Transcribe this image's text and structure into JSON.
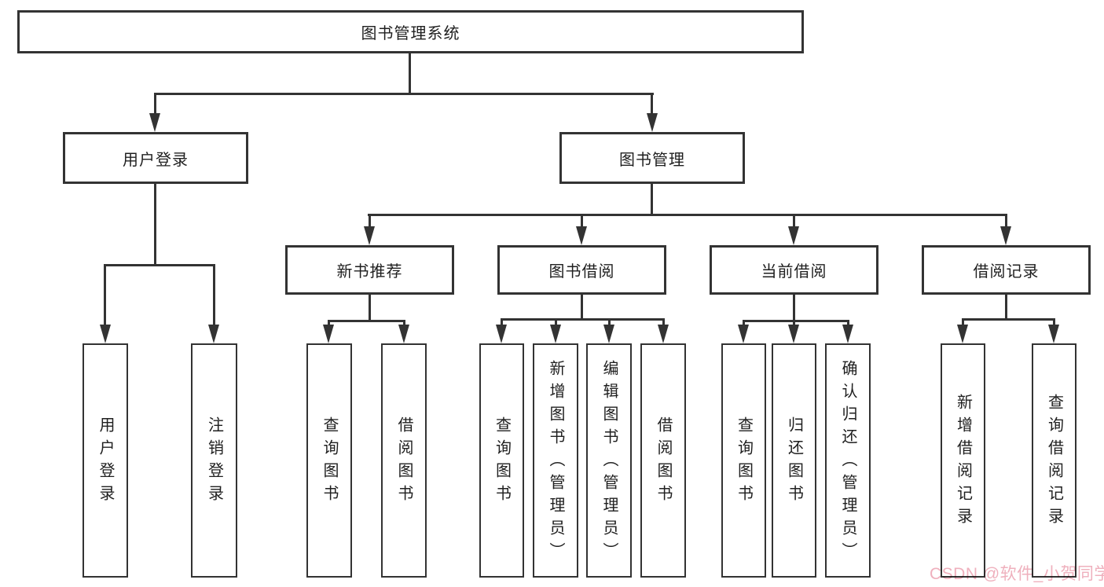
{
  "diagram": {
    "title": "图书管理系统",
    "level2": {
      "user": "用户登录",
      "book": "图书管理"
    },
    "level3": {
      "newbook": "新书推荐",
      "borrow": "图书借阅",
      "current": "当前借阅",
      "records": "借阅记录"
    },
    "leaves": {
      "user": [
        "用户登录",
        "注销登录"
      ],
      "newbook": [
        "查询图书",
        "借阅图书"
      ],
      "borrow": [
        "查询图书",
        "新增图书（管理员）",
        "编辑图书（管理员）",
        "借阅图书"
      ],
      "current": [
        "查询图书",
        "归还图书",
        "确认归还（管理员）"
      ],
      "records": [
        "新增借阅记录",
        "查询借阅记录"
      ]
    },
    "watermark": "CSDN @软件_小贺同学",
    "colors": {
      "line": "#333333",
      "box_border": "#333333",
      "text": "#1f1f1f",
      "watermark_pink": "#efb0bd",
      "background": "#ffffff"
    }
  }
}
